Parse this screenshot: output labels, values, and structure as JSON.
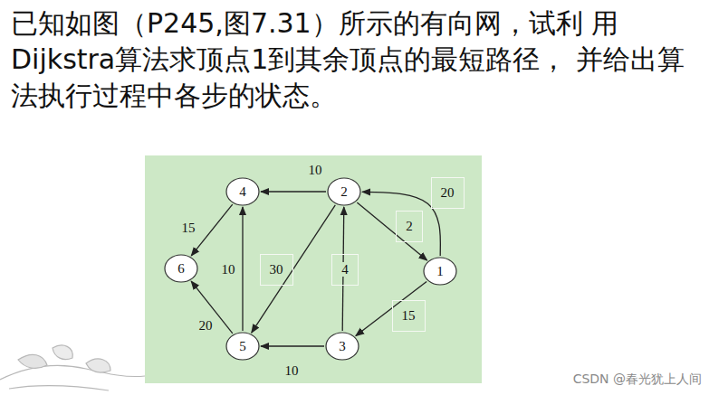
{
  "diagram": {
    "title": "已知如图（P245,图7.31）所示的有向网，试利 用Dijkstra算法求顶点1到其余顶点的最短路径， 并给出算法执行过程中各步的状态。",
    "nodes": [
      {
        "text": [
          "4"
        ]
      },
      {
        "text": [
          "2"
        ]
      },
      {
        "text": [
          "6"
        ]
      },
      {
        "text": [
          "1"
        ]
      },
      {
        "text": [
          "5"
        ]
      },
      {
        "text": [
          "3"
        ]
      }
    ],
    "edges": [
      {
        "from": 1,
        "to": 0,
        "arrow": "to",
        "label": "10"
      },
      {
        "from": 3,
        "to": 1,
        "arrow": "to",
        "label": "20"
      },
      {
        "from": 1,
        "to": 3,
        "arrow": "to",
        "label": "2"
      },
      {
        "from": 0,
        "to": 2,
        "arrow": "to",
        "label": "15"
      },
      {
        "from": 4,
        "to": 0,
        "arrow": "to",
        "label": "10"
      },
      {
        "from": 1,
        "to": 4,
        "arrow": "to",
        "label": "30"
      },
      {
        "from": 5,
        "to": 1,
        "arrow": "to",
        "label": "4"
      },
      {
        "from": 3,
        "to": 5,
        "arrow": "to",
        "label": "15"
      },
      {
        "from": 4,
        "to": 2,
        "arrow": "to",
        "label": "20"
      },
      {
        "from": 5,
        "to": 4,
        "arrow": "to",
        "label": "10"
      }
    ],
    "labels": [
      "CSDN @春光犹上人间"
    ]
  }
}
